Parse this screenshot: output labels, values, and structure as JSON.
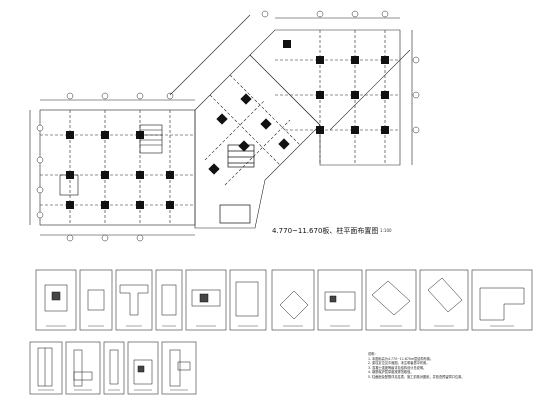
{
  "drawing": {
    "plan_title": "4.770~11.670板、柱平面布置图",
    "plan_scale": "1:100",
    "notes_title": "说明：",
    "notes": [
      "1. 本图标高为4.770~11.670m层结构布置。",
      "2. 梁柱定位见平面图，未注明者居中布置。",
      "3. 混凝土强度等级详见结构设计总说明。",
      "4. 钢筋保护层厚度按规范取值。",
      "5. 柱截面及配筋详见柱表，施工前核对图纸，并检查预留洞口位置。"
    ]
  },
  "colors": {
    "line": "#1a1a1a",
    "frame": "#333333",
    "hatch": "#555555"
  }
}
